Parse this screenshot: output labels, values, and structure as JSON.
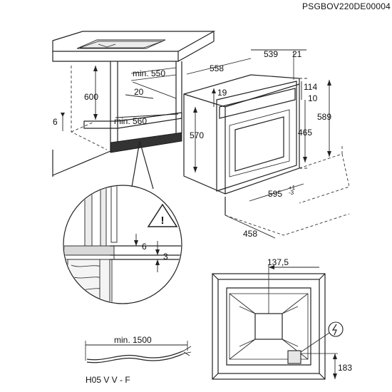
{
  "document_code": "PSGBOV220DE00004",
  "cabinet_dims": {
    "height": "600",
    "min_depth": "min. 550",
    "gap_20": "20",
    "min_width": "min. 560",
    "side_6": "6"
  },
  "oven_dims": {
    "depth_558": "558",
    "depth_539": "539",
    "front_21": "21",
    "top_19": "19",
    "top_114": "114",
    "top_10": "10",
    "height_570": "570",
    "height_465": "465",
    "height_589": "589",
    "width_595": "595",
    "width_595_tol": "+1\n-3",
    "base_458": "458"
  },
  "detail": {
    "dim_6": "6",
    "dim_3": "3",
    "warning_symbol": "!"
  },
  "rear_view": {
    "dim_137": "137,5",
    "dim_183": "183"
  },
  "cable": {
    "length": "min. 1500",
    "type": "H05 V V - F"
  }
}
